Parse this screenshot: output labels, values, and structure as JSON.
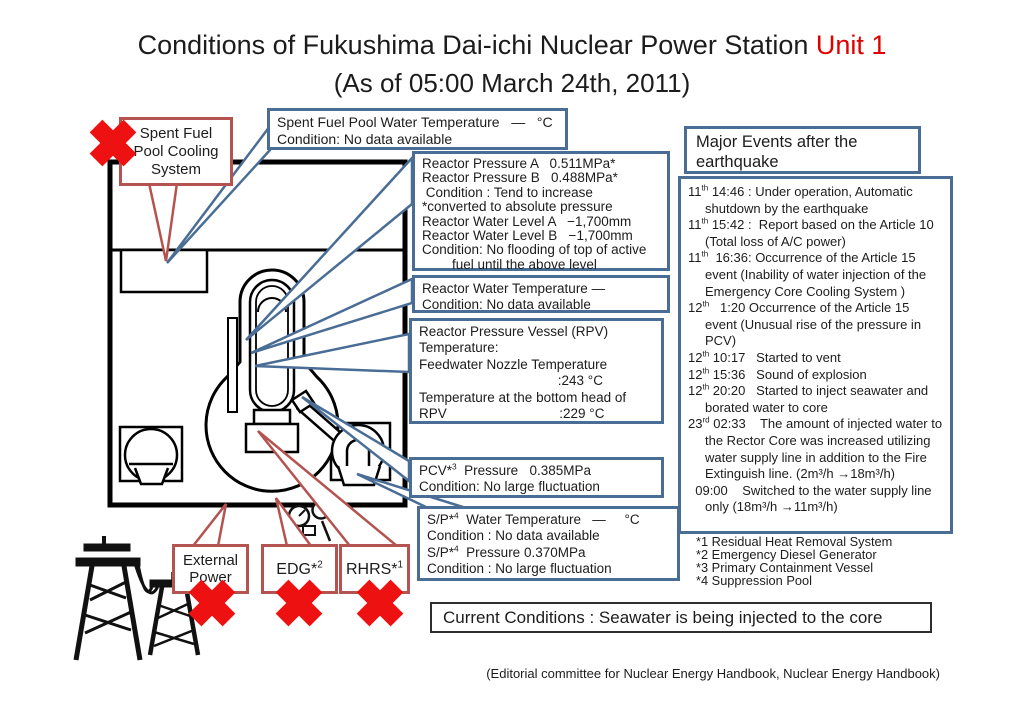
{
  "title": {
    "segments": [
      {
        "t": "Conditions of Fukushima Dai-ichi Nuclear Power Station "
      },
      {
        "t": "Unit 1",
        "red": true
      }
    ]
  },
  "subtitle": "(As of 05:00 March 24th, 2011)",
  "colors": {
    "box_border_blue": "#4a6d96",
    "callout_border_red": "#b4534f",
    "x_mark_red": "#ed1111",
    "title_accent_red": "#e00000"
  },
  "callouts": {
    "spent_fuel_cooling": {
      "lines": [
        "Spent Fuel",
        "Pool Cooling",
        "System"
      ]
    },
    "external_power": {
      "lines": [
        "External",
        "Power"
      ]
    },
    "edg": {
      "lines": [
        [
          {
            "t": "EDG*"
          },
          {
            "t": "2",
            "sup": true
          }
        ]
      ]
    },
    "rhrs": {
      "lines": [
        [
          {
            "t": "RHRS*"
          },
          {
            "t": "1",
            "sup": true
          }
        ]
      ]
    }
  },
  "info_boxes": {
    "spent_fuel_pool": {
      "lines": [
        "Spent Fuel Pool Water Temperature   —   °C",
        "Condition: No data available"
      ]
    },
    "reactor_pressure": {
      "lines": [
        "Reactor Pressure A   0.511MPa*",
        "Reactor Pressure B   0.488MPa*",
        " Condition : Tend to increase",
        "*converted to absolute pressure",
        "Reactor Water Level A   −1,700mm",
        "Reactor Water Level B   −1,700mm",
        {
          "text": "Condition: No flooding of top of active fuel until the above level",
          "cls": "hang30"
        }
      ]
    },
    "reactor_water_temp": {
      "lines": [
        "Reactor Water Temperature —",
        "Condition: No data available"
      ]
    },
    "rpv_temperature": {
      "lines": [
        "Reactor Pressure Vessel (RPV)",
        "Temperature:",
        "Feedwater Nozzle Temperature",
        "                                     :243 °C",
        "Temperature at the bottom head of",
        "RPV                              :229 °C"
      ]
    },
    "pcv_pressure": {
      "lines": [
        [
          {
            "t": "PCV*"
          },
          {
            "t": "3",
            "sup": true
          },
          {
            "t": "  Pressure   0.385MPa"
          }
        ],
        "Condition: No large fluctuation"
      ]
    },
    "sp": {
      "lines": [
        [
          {
            "t": "S/P*"
          },
          {
            "t": "4",
            "sup": true
          },
          {
            "t": "  Water Temperature   —     °C"
          }
        ],
        "Condition : No data available",
        [
          {
            "t": "S/P*"
          },
          {
            "t": "4",
            "sup": true
          },
          {
            "t": "  Pressure 0.370MPa"
          }
        ],
        "Condition : No large fluctuation"
      ]
    }
  },
  "major_events": {
    "title": "Major Events after the earthquake",
    "events": [
      [
        {
          "t": "11"
        },
        {
          "t": "th",
          "sup": true
        },
        {
          "t": " 14:46 : Under operation, Automatic shutdown by the earthquake"
        }
      ],
      [
        {
          "t": "11"
        },
        {
          "t": "th",
          "sup": true
        },
        {
          "t": " 15:42 :  Report based on the Article 10 (Total loss of A/C power)"
        }
      ],
      [
        {
          "t": "11"
        },
        {
          "t": "th",
          "sup": true
        },
        {
          "t": "  16:36: Occurrence of the Article 15 event (Inability of water injection of the Emergency Core Cooling System )"
        }
      ],
      [
        {
          "t": "12"
        },
        {
          "t": "th",
          "sup": true
        },
        {
          "t": "   1:20 Occurrence of the Article 15 event (Unusual rise of the pressure in PCV)"
        }
      ],
      [
        {
          "t": "12"
        },
        {
          "t": "th",
          "sup": true
        },
        {
          "t": " 10:17   Started to vent"
        }
      ],
      [
        {
          "t": "12"
        },
        {
          "t": "th",
          "sup": true
        },
        {
          "t": " 15:36   Sound of explosion"
        }
      ],
      [
        {
          "t": "12"
        },
        {
          "t": "th",
          "sup": true
        },
        {
          "t": " 20:20   Started to inject seawater and borated water to core"
        }
      ],
      [
        {
          "t": "23"
        },
        {
          "t": "rd",
          "sup": true
        },
        {
          "t": " 02:33    The amount of injected water to the Rector Core was increased utilizing water supply line in addition to the Fire Extinguish line. (2m³/h →18m³/h)"
        }
      ],
      "  09:00    Switched to the water supply line only (18m³/h →11m³/h)"
    ],
    "footnotes": [
      "*1 Residual Heat Removal System",
      "*2 Emergency Diesel Generator",
      "*3 Primary Containment Vessel",
      "*4 Suppression Pool"
    ]
  },
  "current_conditions": "Current Conditions : Seawater is being injected to the core",
  "credit": "(Editorial committee for Nuclear Energy Handbook, Nuclear Energy Handbook)"
}
